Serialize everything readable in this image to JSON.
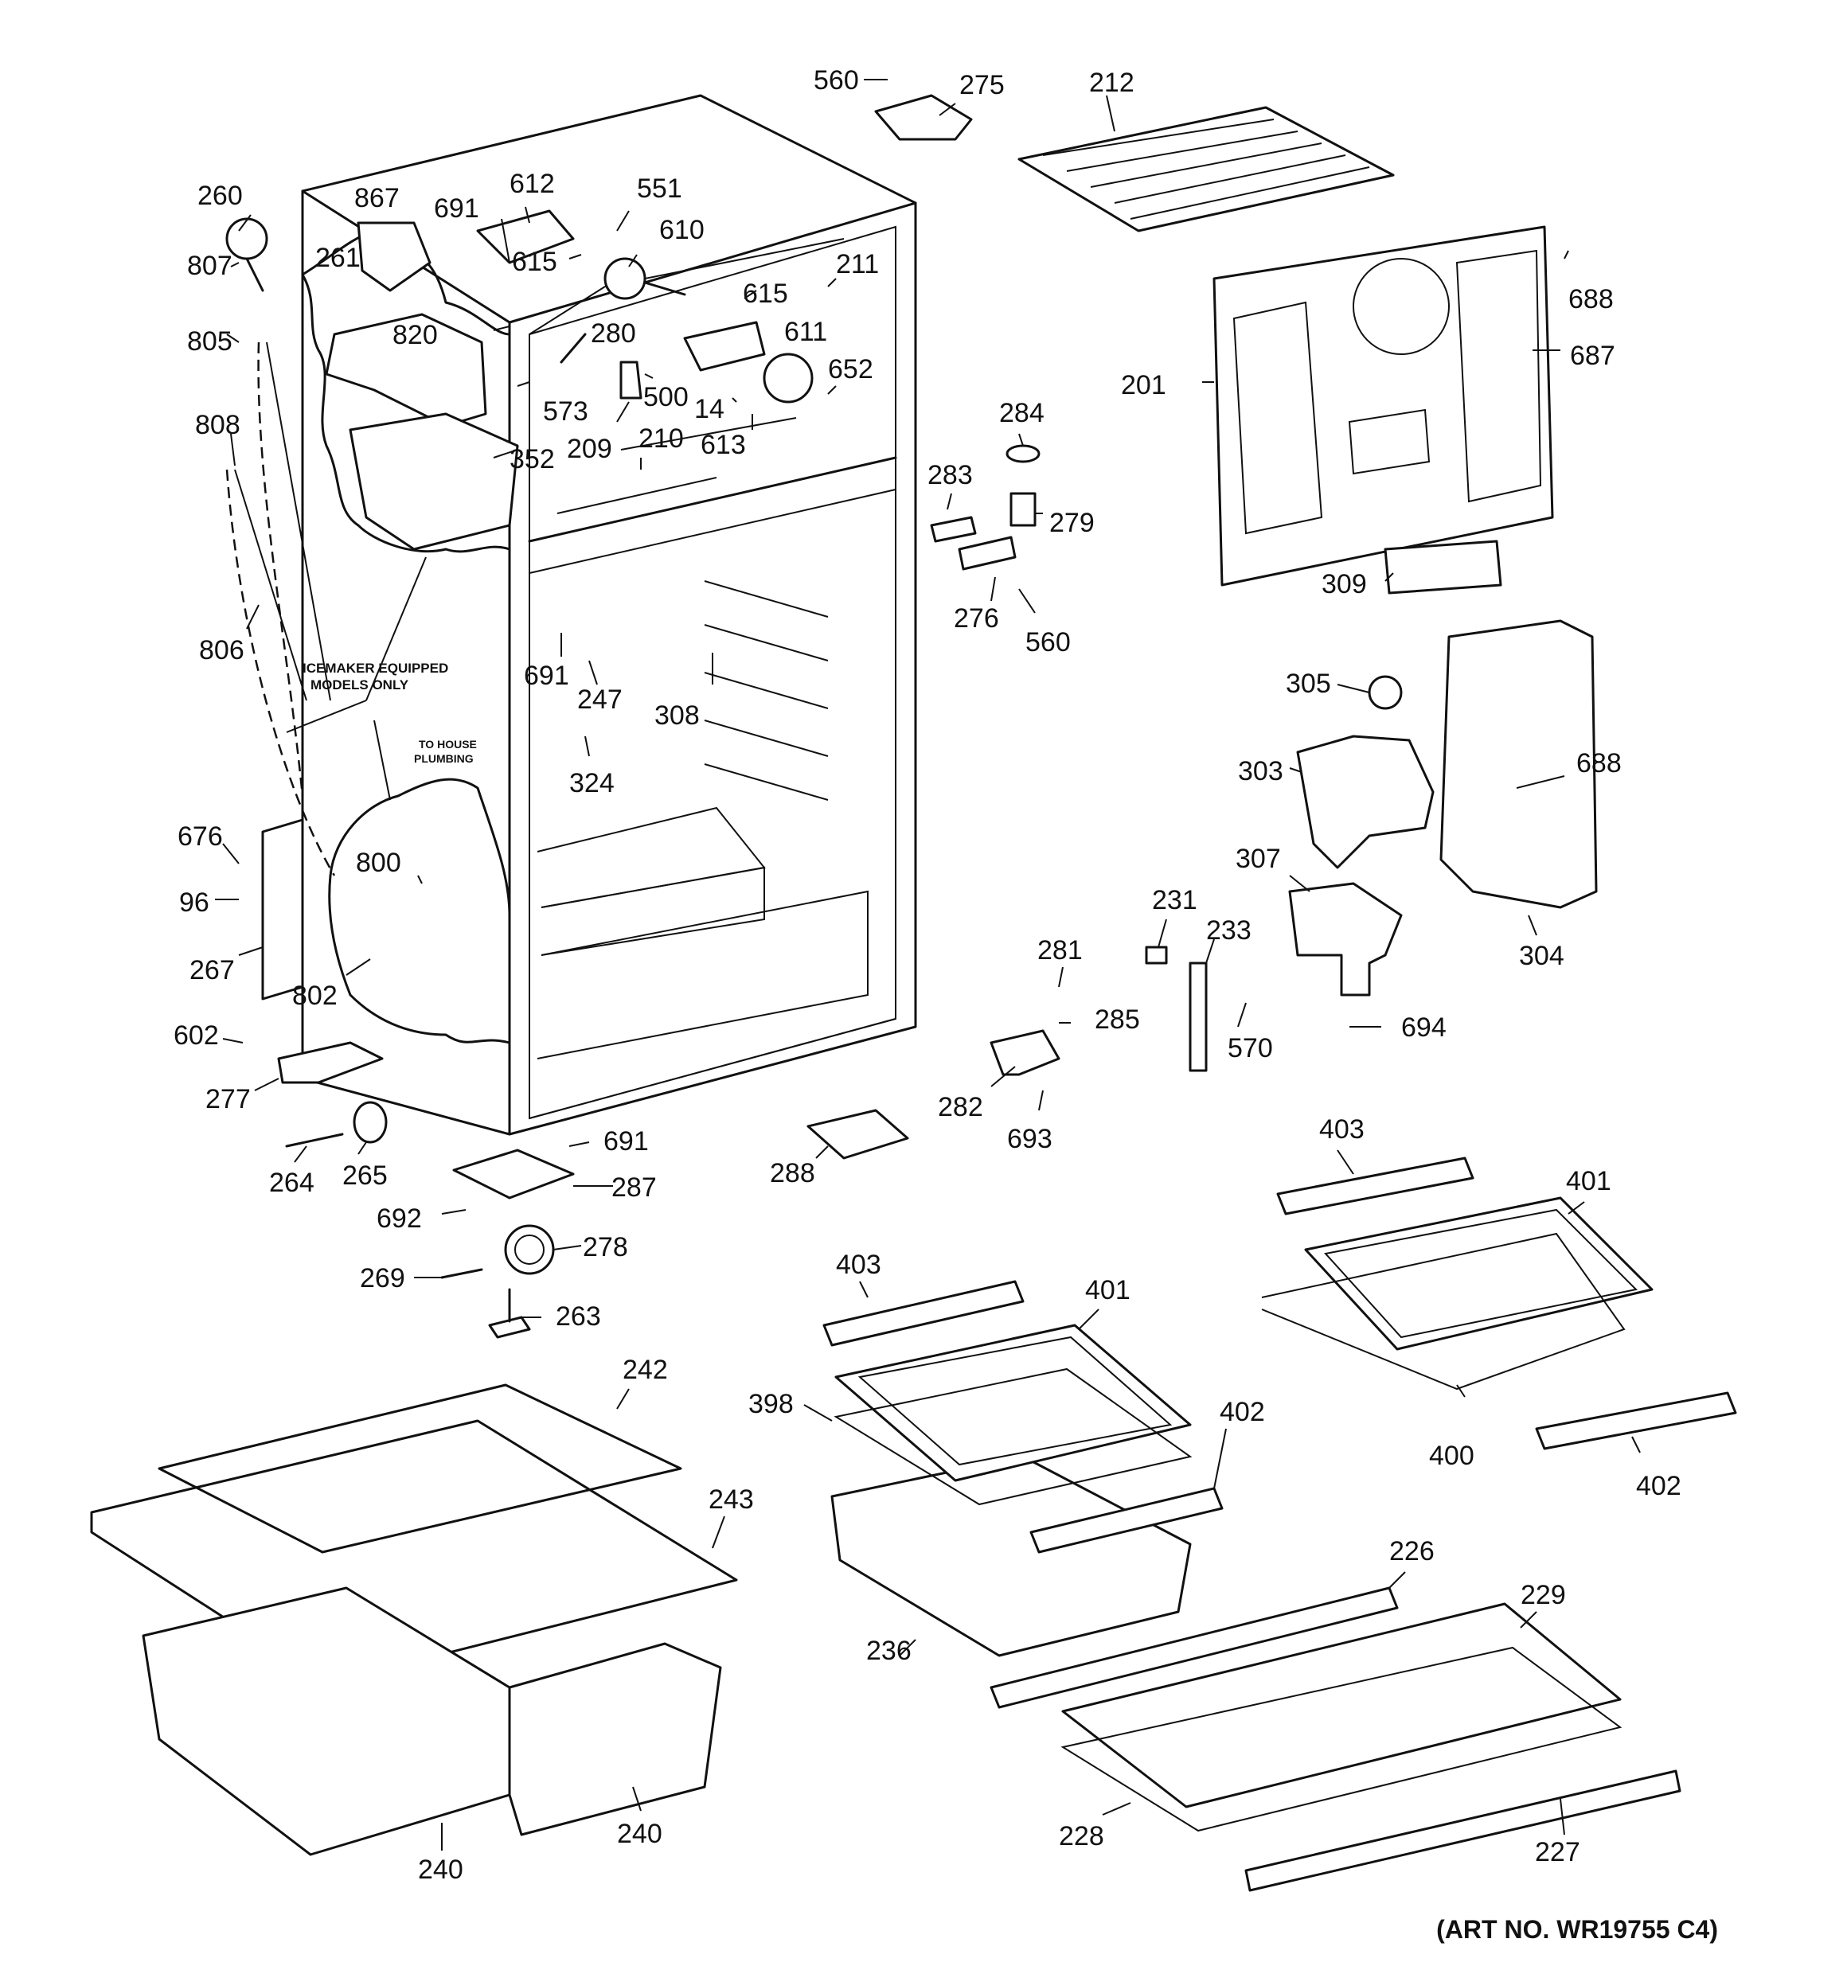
{
  "diagram": {
    "art_number": "(ART NO. WR19755 C4)",
    "notes": {
      "icemaker": [
        "ICEMAKER EQUIPPED",
        "MODELS ONLY"
      ],
      "plumbing": [
        "TO HOUSE",
        "PLUMBING"
      ]
    },
    "parts": [
      "560",
      "275",
      "212",
      "260",
      "867",
      "691",
      "612",
      "551",
      "610",
      "807",
      "261",
      "615",
      "211",
      "615",
      "805",
      "820",
      "280",
      "611",
      "688",
      "687",
      "201",
      "652",
      "573",
      "500",
      "14",
      "284",
      "808",
      "209",
      "210",
      "613",
      "352",
      "283",
      "279",
      "276",
      "560",
      "309",
      "806",
      "691",
      "247",
      "308",
      "305",
      "324",
      "303",
      "688",
      "307",
      "800",
      "676",
      "96",
      "231",
      "233",
      "281",
      "267",
      "802",
      "285",
      "304",
      "570",
      "694",
      "602",
      "282",
      "693",
      "277",
      "691",
      "288",
      "403",
      "401",
      "264",
      "265",
      "287",
      "692",
      "278",
      "269",
      "403",
      "401",
      "263",
      "242",
      "398",
      "402",
      "400",
      "402",
      "243",
      "236",
      "226",
      "229",
      "228",
      "227",
      "240",
      "240"
    ]
  }
}
